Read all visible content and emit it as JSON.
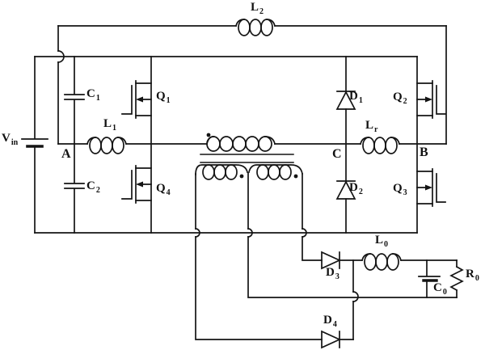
{
  "figure": {
    "background": "#ffffff",
    "ink": "#141414"
  },
  "labels": {
    "vin": {
      "main": "V",
      "sub": "in"
    },
    "l2": {
      "main": "L",
      "sub": "2"
    },
    "c1": {
      "main": "C",
      "sub": "1"
    },
    "q1": {
      "main": "Q",
      "sub": "1"
    },
    "l1": {
      "main": "L",
      "sub": "1"
    },
    "node_a": {
      "main": "A",
      "sub": ""
    },
    "c2": {
      "main": "C",
      "sub": "2"
    },
    "q4": {
      "main": "Q",
      "sub": "4"
    },
    "d1": {
      "main": "D",
      "sub": "1"
    },
    "q2": {
      "main": "Q",
      "sub": "2"
    },
    "lr": {
      "main": "L",
      "sub": "r"
    },
    "node_c": {
      "main": "C",
      "sub": ""
    },
    "node_b": {
      "main": "B",
      "sub": ""
    },
    "d2": {
      "main": "D",
      "sub": "2"
    },
    "q3": {
      "main": "Q",
      "sub": "3"
    },
    "d3": {
      "main": "D",
      "sub": "3"
    },
    "l0": {
      "main": "L",
      "sub": "0"
    },
    "c0": {
      "main": "C",
      "sub": "0"
    },
    "r0": {
      "main": "R",
      "sub": "0"
    },
    "d4": {
      "main": "D",
      "sub": "4"
    }
  },
  "components": [
    {
      "id": "Vin",
      "type": "dc-source"
    },
    {
      "id": "C1",
      "type": "capacitor"
    },
    {
      "id": "C2",
      "type": "capacitor"
    },
    {
      "id": "Q1",
      "type": "mosfet"
    },
    {
      "id": "Q2",
      "type": "mosfet"
    },
    {
      "id": "Q3",
      "type": "mosfet"
    },
    {
      "id": "Q4",
      "type": "mosfet"
    },
    {
      "id": "L1",
      "type": "inductor"
    },
    {
      "id": "L2",
      "type": "inductor"
    },
    {
      "id": "Lr",
      "type": "inductor"
    },
    {
      "id": "L0",
      "type": "inductor"
    },
    {
      "id": "D1",
      "type": "diode"
    },
    {
      "id": "D2",
      "type": "diode"
    },
    {
      "id": "D3",
      "type": "diode"
    },
    {
      "id": "D4",
      "type": "diode"
    },
    {
      "id": "T1",
      "type": "transformer-center-tapped"
    },
    {
      "id": "C0",
      "type": "capacitor"
    },
    {
      "id": "R0",
      "type": "resistor"
    }
  ]
}
